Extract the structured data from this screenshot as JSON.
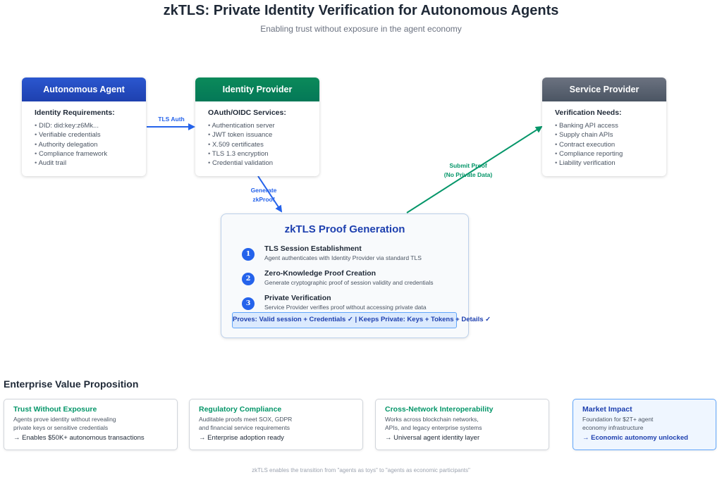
{
  "header": {
    "title": "zkTLS: Private Identity Verification for Autonomous Agents",
    "subtitle": "Enabling trust without exposure in the agent economy"
  },
  "agent": {
    "title": "Autonomous Agent",
    "subtitle": "Identity Requirements:",
    "items": [
      "DID: did:key:z6Mk...",
      "Verifiable credentials",
      "Authority delegation",
      "Compliance framework",
      "Audit trail"
    ]
  },
  "idp": {
    "title": "Identity Provider",
    "subtitle": "OAuth/OIDC Services:",
    "items": [
      "Authentication server",
      "JWT token issuance",
      "X.509 certificates",
      "TLS 1.3 encryption",
      "Credential validation"
    ]
  },
  "sp": {
    "title": "Service Provider",
    "subtitle": "Verification Needs:",
    "items": [
      "Banking API access",
      "Supply chain APIs",
      "Contract execution",
      "Compliance reporting",
      "Liability verification"
    ]
  },
  "arrows": {
    "tls_auth": "TLS Auth",
    "generate_line1": "Generate",
    "generate_line2": "zkProof",
    "submit_line1": "Submit Proof",
    "submit_line2": "(No Private Data)"
  },
  "zk": {
    "title": "zkTLS Proof Generation",
    "steps": [
      {
        "num": "1",
        "title": "TLS Session Establishment",
        "desc": "Agent authenticates with Identity Provider via standard TLS"
      },
      {
        "num": "2",
        "title": "Zero-Knowledge Proof Creation",
        "desc": "Generate cryptographic proof of session validity and credentials"
      },
      {
        "num": "3",
        "title": "Private Verification",
        "desc": "Service Provider verifies proof without accessing private data"
      }
    ],
    "proves": "Proves: Valid session + Credentials ✓ | Keeps Private: Keys + Tokens + Details ✓"
  },
  "value": {
    "title": "Enterprise Value Proposition",
    "cards": [
      {
        "title": "Trust Without Exposure",
        "desc1": "Agents prove identity without revealing",
        "desc2": "private keys or sensitive credentials",
        "line": "→ Enables $50K+ autonomous transactions"
      },
      {
        "title": "Regulatory Compliance",
        "desc1": "Auditable proofs meet SOX, GDPR",
        "desc2": "and financial service requirements",
        "line": "→ Enterprise adoption ready"
      },
      {
        "title": "Cross-Network Interoperability",
        "desc1": "Works across blockchain networks,",
        "desc2": "APIs, and legacy enterprise systems",
        "line": "→ Universal agent identity layer"
      },
      {
        "title": "Market Impact",
        "desc1": "Foundation for $2T+ agent",
        "desc2": "economy infrastructure",
        "line": "→ Economic autonomy unlocked"
      }
    ]
  },
  "footer": "zkTLS enables the transition from \"agents as toys\" to \"agents as economic participants\"",
  "colors": {
    "agent": "#1e40af",
    "idp": "#047857",
    "sp": "#4b5563",
    "blue_arrow": "#2563eb",
    "green_arrow": "#059669"
  }
}
